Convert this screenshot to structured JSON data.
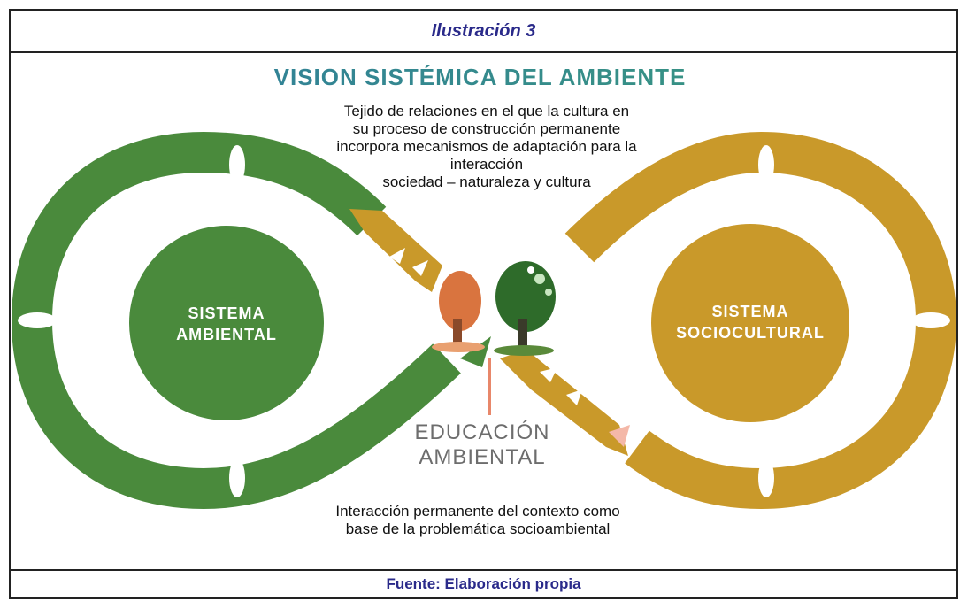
{
  "figure_caption": "Ilustración 3",
  "title": "VISION SISTÉMICA DEL AMBIENTE",
  "top_description": [
    "Tejido de relaciones en el que la cultura en",
    "su proceso de construcción permanente",
    "incorpora mecanismos de adaptación para la",
    "interacción",
    "sociedad  – naturaleza y cultura"
  ],
  "left_circle": [
    "SISTEMA",
    "AMBIENTAL"
  ],
  "right_circle": [
    "SISTEMA",
    "SOCIOCULTURAL"
  ],
  "center_label": [
    "EDUCACIÓN",
    "AMBIENTAL"
  ],
  "bottom_description": [
    "Interacción permanente del contexto como",
    "base de la problemática socioambiental"
  ],
  "source": "Fuente: Elaboración propia",
  "colors": {
    "green": "#4a8a3c",
    "gold": "#c9992a",
    "title_teal": "#2f8a9a",
    "caption_blue": "#2a2a8a",
    "accent_salmon": "#e8876a"
  }
}
